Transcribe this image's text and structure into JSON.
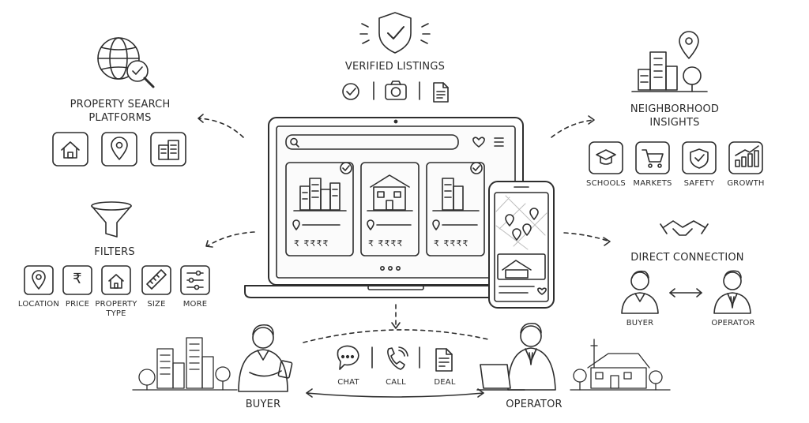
{
  "verified": {
    "title": "VERIFIED LISTINGS"
  },
  "search_platforms": {
    "title_line1": "PROPERTY SEARCH",
    "title_line2": "PLATFORMS"
  },
  "neighborhood": {
    "title_line1": "NEIGHBORHOOD",
    "title_line2": "INSIGHTS",
    "items": [
      {
        "label": "SCHOOLS",
        "icon": "graduation-cap-icon"
      },
      {
        "label": "MARKETS",
        "icon": "cart-icon"
      },
      {
        "label": "SAFETY",
        "icon": "shield-check-icon"
      },
      {
        "label": "GROWTH",
        "icon": "growth-chart-icon"
      }
    ]
  },
  "filters": {
    "title": "FILTERS",
    "items": [
      {
        "label": "LOCATION",
        "icon": "location-pin-icon"
      },
      {
        "label": "PRICE",
        "icon": "rupee-icon"
      },
      {
        "label_line1": "PROPERTY",
        "label_line2": "TYPE",
        "icon": "house-icon"
      },
      {
        "label": "SIZE",
        "icon": "ruler-icon"
      },
      {
        "label": "MORE",
        "icon": "sliders-icon"
      }
    ]
  },
  "direct_connection": {
    "title": "DIRECT CONNECTION",
    "buyer": "BUYER",
    "operator": "OPERATOR"
  },
  "listings": {
    "price_text": "₹ ₹₹₹₹"
  },
  "communication": {
    "chat": "CHAT",
    "call": "CALL",
    "deal": "DEAL"
  },
  "bottom": {
    "buyer": "BUYER",
    "operator": "OPERATOR"
  }
}
